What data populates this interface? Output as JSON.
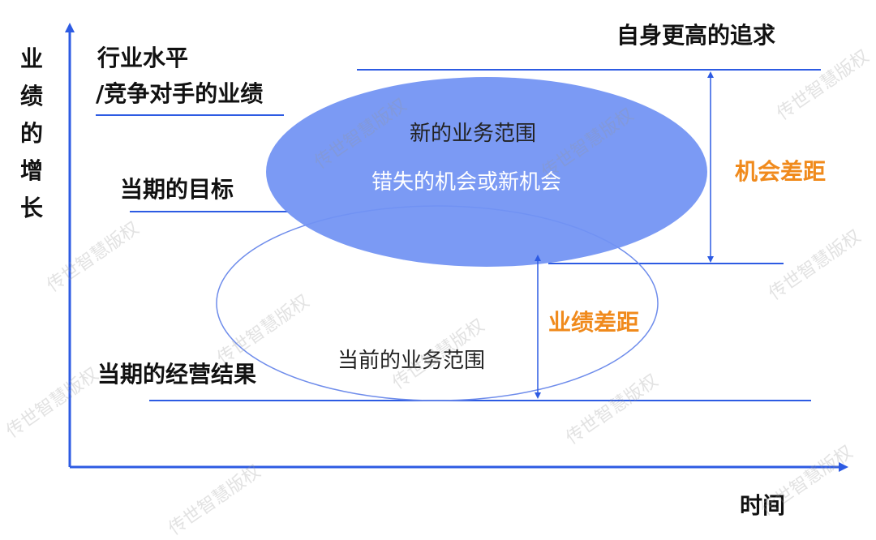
{
  "axes": {
    "y_title": "业绩的增长",
    "x_title": "时间"
  },
  "levels": {
    "higher_pursuit": "自身更高的追求",
    "industry_line1": "行业水平",
    "industry_line2": "/竞争对手的业绩",
    "current_target": "当期的目标",
    "current_result": "当期的经营结果"
  },
  "ellipses": {
    "new_scope_title": "新的业务范围",
    "new_scope_subtitle": "错失的机会或新机会",
    "current_scope": "当前的业务范围"
  },
  "gaps": {
    "opportunity_gap": "机会差距",
    "performance_gap": "业绩差距"
  },
  "watermark": "传世智慧版权",
  "colors": {
    "axis": "#2D5BE3",
    "filled_ellipse": "#7192F3",
    "outline_ellipse": "#6E8CEB",
    "gap_label": "#F08A1C"
  }
}
